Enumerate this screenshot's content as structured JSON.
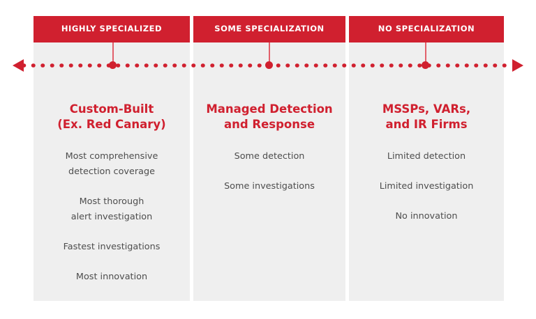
{
  "figure": {
    "type": "spectrum-comparison-diagram",
    "orientation": "horizontal",
    "accent_color": "#d0202f",
    "panel_background": "#efefef",
    "body_text_color": "#4d4d4d",
    "header_text_color": "#ffffff",
    "axis": {
      "style": "dotted",
      "color": "#d0202f",
      "left_arrow": "arrow-left",
      "right_arrow": "arrow-right",
      "tick_count": 3
    }
  },
  "columns": [
    {
      "header": "HIGHLY SPECIALIZED",
      "title_lines": [
        "Custom-Built",
        "(Ex. Red Canary)"
      ],
      "bullets": [
        [
          "Most comprehensive",
          "detection coverage"
        ],
        [
          "Most thorough",
          "alert investigation"
        ],
        [
          "Fastest investigations"
        ],
        [
          "Most innovation"
        ]
      ]
    },
    {
      "header": "SOME SPECIALIZATION",
      "title_lines": [
        "Managed Detection",
        "and Response"
      ],
      "bullets": [
        [
          "Some detection"
        ],
        [
          "Some investigations"
        ]
      ]
    },
    {
      "header": "NO SPECIALIZATION",
      "title_lines": [
        "MSSPs, VARs,",
        "and IR Firms"
      ],
      "bullets": [
        [
          "Limited detection"
        ],
        [
          "Limited investigation"
        ],
        [
          "No innovation"
        ]
      ]
    }
  ]
}
